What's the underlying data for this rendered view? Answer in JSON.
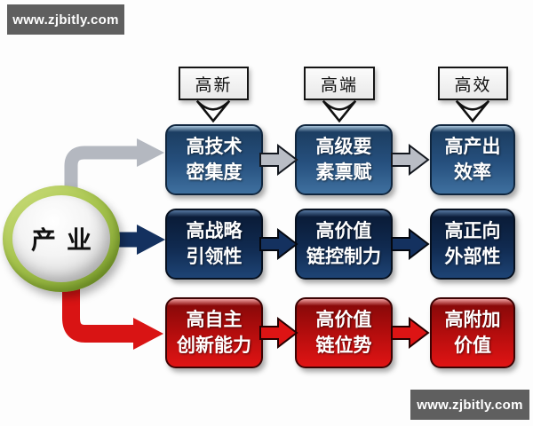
{
  "watermark_top": {
    "text": "www.zjbitly.com"
  },
  "watermark_bottom": {
    "text": "www.zjbitly.com"
  },
  "hub": {
    "label": "产业"
  },
  "top_labels": [
    {
      "text": "高新"
    },
    {
      "text": "高端"
    },
    {
      "text": "高效"
    }
  ],
  "rows": [
    {
      "theme": "steel-blue",
      "items": [
        {
          "line1": "高技术",
          "line2": "密集度"
        },
        {
          "line1": "高级要",
          "line2": "素禀赋"
        },
        {
          "line1": "高产出",
          "line2": "效率"
        }
      ]
    },
    {
      "theme": "navy",
      "items": [
        {
          "line1": "高战略",
          "line2": "引领性"
        },
        {
          "line1": "高价值",
          "line2": "链控制力"
        },
        {
          "line1": "高正向",
          "line2": "外部性"
        }
      ]
    },
    {
      "theme": "red",
      "items": [
        {
          "line1": "高自主",
          "line2": "创新能力"
        },
        {
          "line1": "高价值",
          "line2": "链位势"
        },
        {
          "line1": "高附加",
          "line2": "价值"
        }
      ]
    }
  ],
  "colors": {
    "banner-bg": "#5f5f5f",
    "row1-box": "#26507e",
    "row1-border": "#10263e",
    "row1-arrow": "#b9bdc5",
    "row2-box": "#102a50",
    "row2-border": "#06101f",
    "row2-arrow": "#14315f",
    "row3-box": "#b30d0d",
    "row3-border": "#3c0303",
    "row3-arrow": "#dd1414",
    "hub-ring": "#a7c44e",
    "hub-connector-gray": "#b4b8c0",
    "hub-connector-navy": "#14315f",
    "hub-connector-red": "#d91414",
    "label-border": "#151515"
  }
}
